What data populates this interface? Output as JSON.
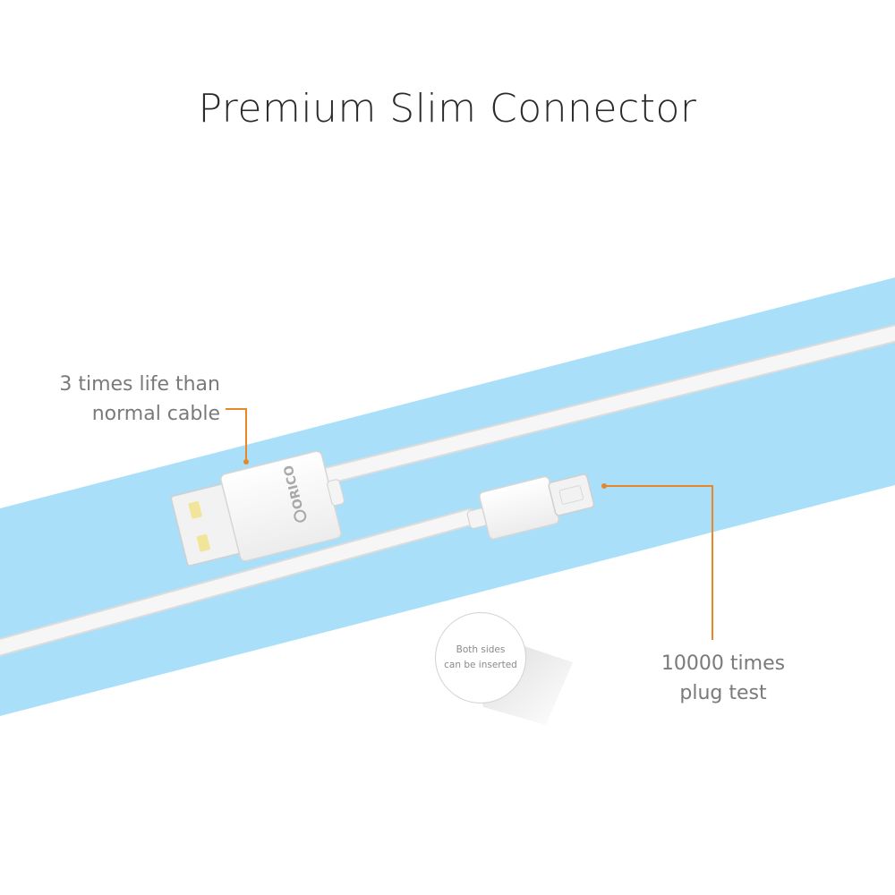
{
  "title": "Premium Slim Connector",
  "callouts": {
    "left": {
      "line1": "3 times life than",
      "line2": "normal cable"
    },
    "right": {
      "line1": "10000 times",
      "line2": "plug test"
    }
  },
  "badge": {
    "line1": "Both sides",
    "line2": "can be inserted"
  },
  "brand_logo": "ORICO",
  "colors": {
    "band": "#a9dff8",
    "accent": "#e8862a",
    "cable": "#f4f4f4",
    "text": "#7a7a7a"
  }
}
